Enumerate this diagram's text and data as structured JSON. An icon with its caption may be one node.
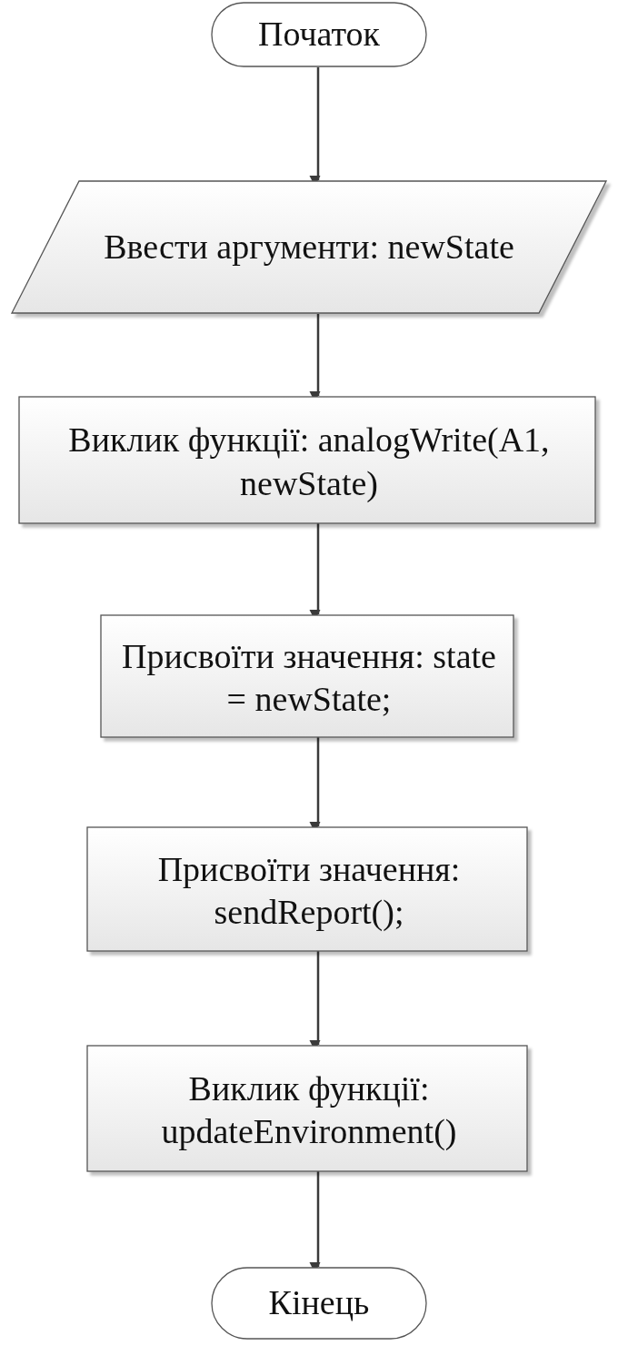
{
  "diagram": {
    "nodes": [
      {
        "text": [
          "Початок"
        ]
      },
      {
        "text": [
          "Ввести аргументи: newState"
        ]
      },
      {
        "text": [
          "Виклик функції: analogWrite(A1, newState)"
        ]
      },
      {
        "text": [
          "Присвоїти значення: state = newState;"
        ]
      },
      {
        "text": [
          "Присвоїти значення: sendReport();"
        ]
      },
      {
        "text": [
          "Виклик функції: updateEnvironment()"
        ]
      },
      {
        "text": [
          "Кінець"
        ]
      }
    ],
    "edges": [
      {
        "from": 0,
        "to": 1,
        "arrow": "to"
      },
      {
        "from": 1,
        "to": 2,
        "arrow": "to"
      },
      {
        "from": 2,
        "to": 3,
        "arrow": "to"
      },
      {
        "from": 3,
        "to": 4,
        "arrow": "to"
      },
      {
        "from": 4,
        "to": 5,
        "arrow": "to"
      },
      {
        "from": 5,
        "to": 6,
        "arrow": "to"
      }
    ]
  }
}
